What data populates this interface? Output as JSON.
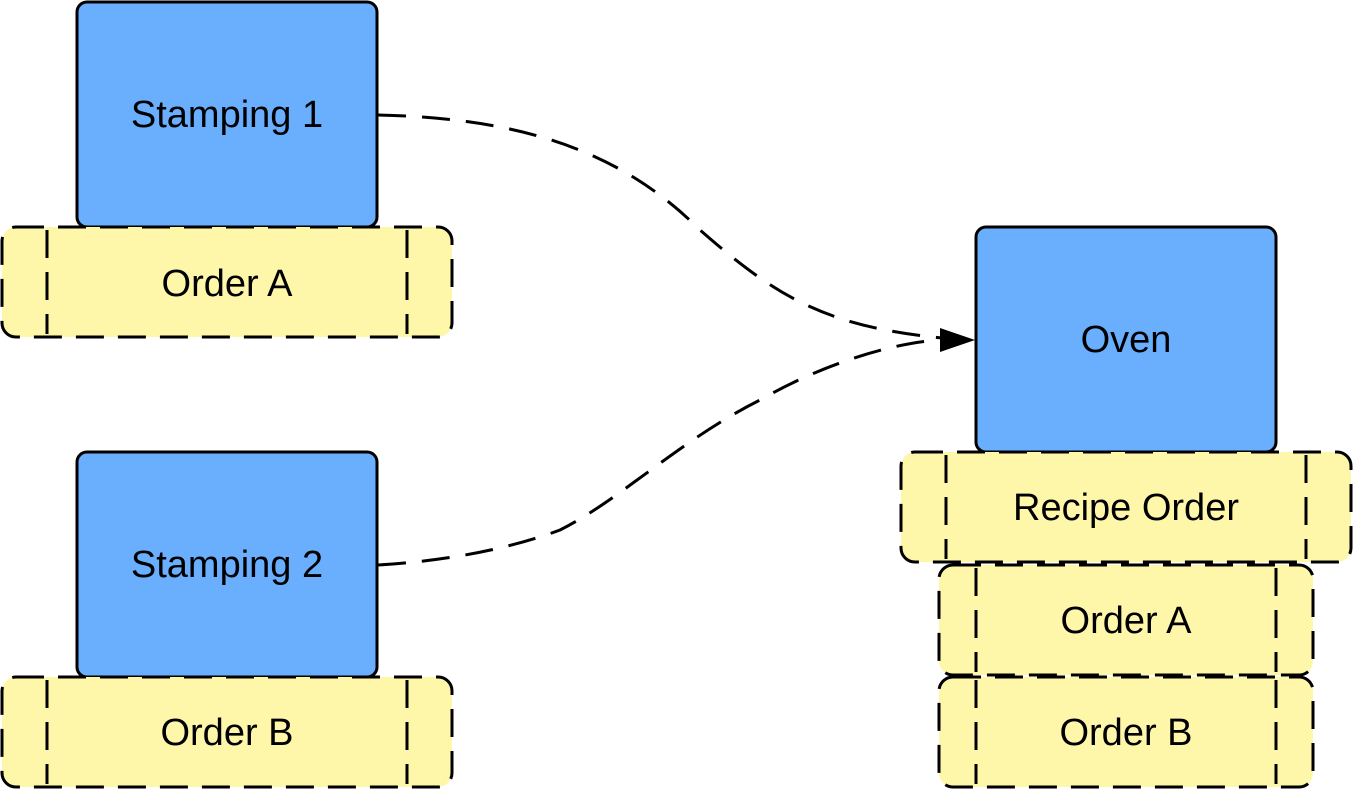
{
  "colors": {
    "process_fill": "#6aaefe",
    "order_fill": "#fef6a9",
    "stroke": "#000000",
    "background": "#ffffff"
  },
  "nodes": {
    "stamping1": {
      "label": "Stamping 1",
      "order_label": "Order A"
    },
    "stamping2": {
      "label": "Stamping 2",
      "order_label": "Order B"
    },
    "oven": {
      "label": "Oven",
      "recipe_label": "Recipe Order",
      "order_labels": [
        "Order A",
        "Order B"
      ]
    }
  },
  "edges": [
    {
      "from": "Stamping 1",
      "to": "Oven",
      "style": "dashed-arrow"
    },
    {
      "from": "Stamping 2",
      "to": "Oven",
      "style": "dashed"
    }
  ]
}
